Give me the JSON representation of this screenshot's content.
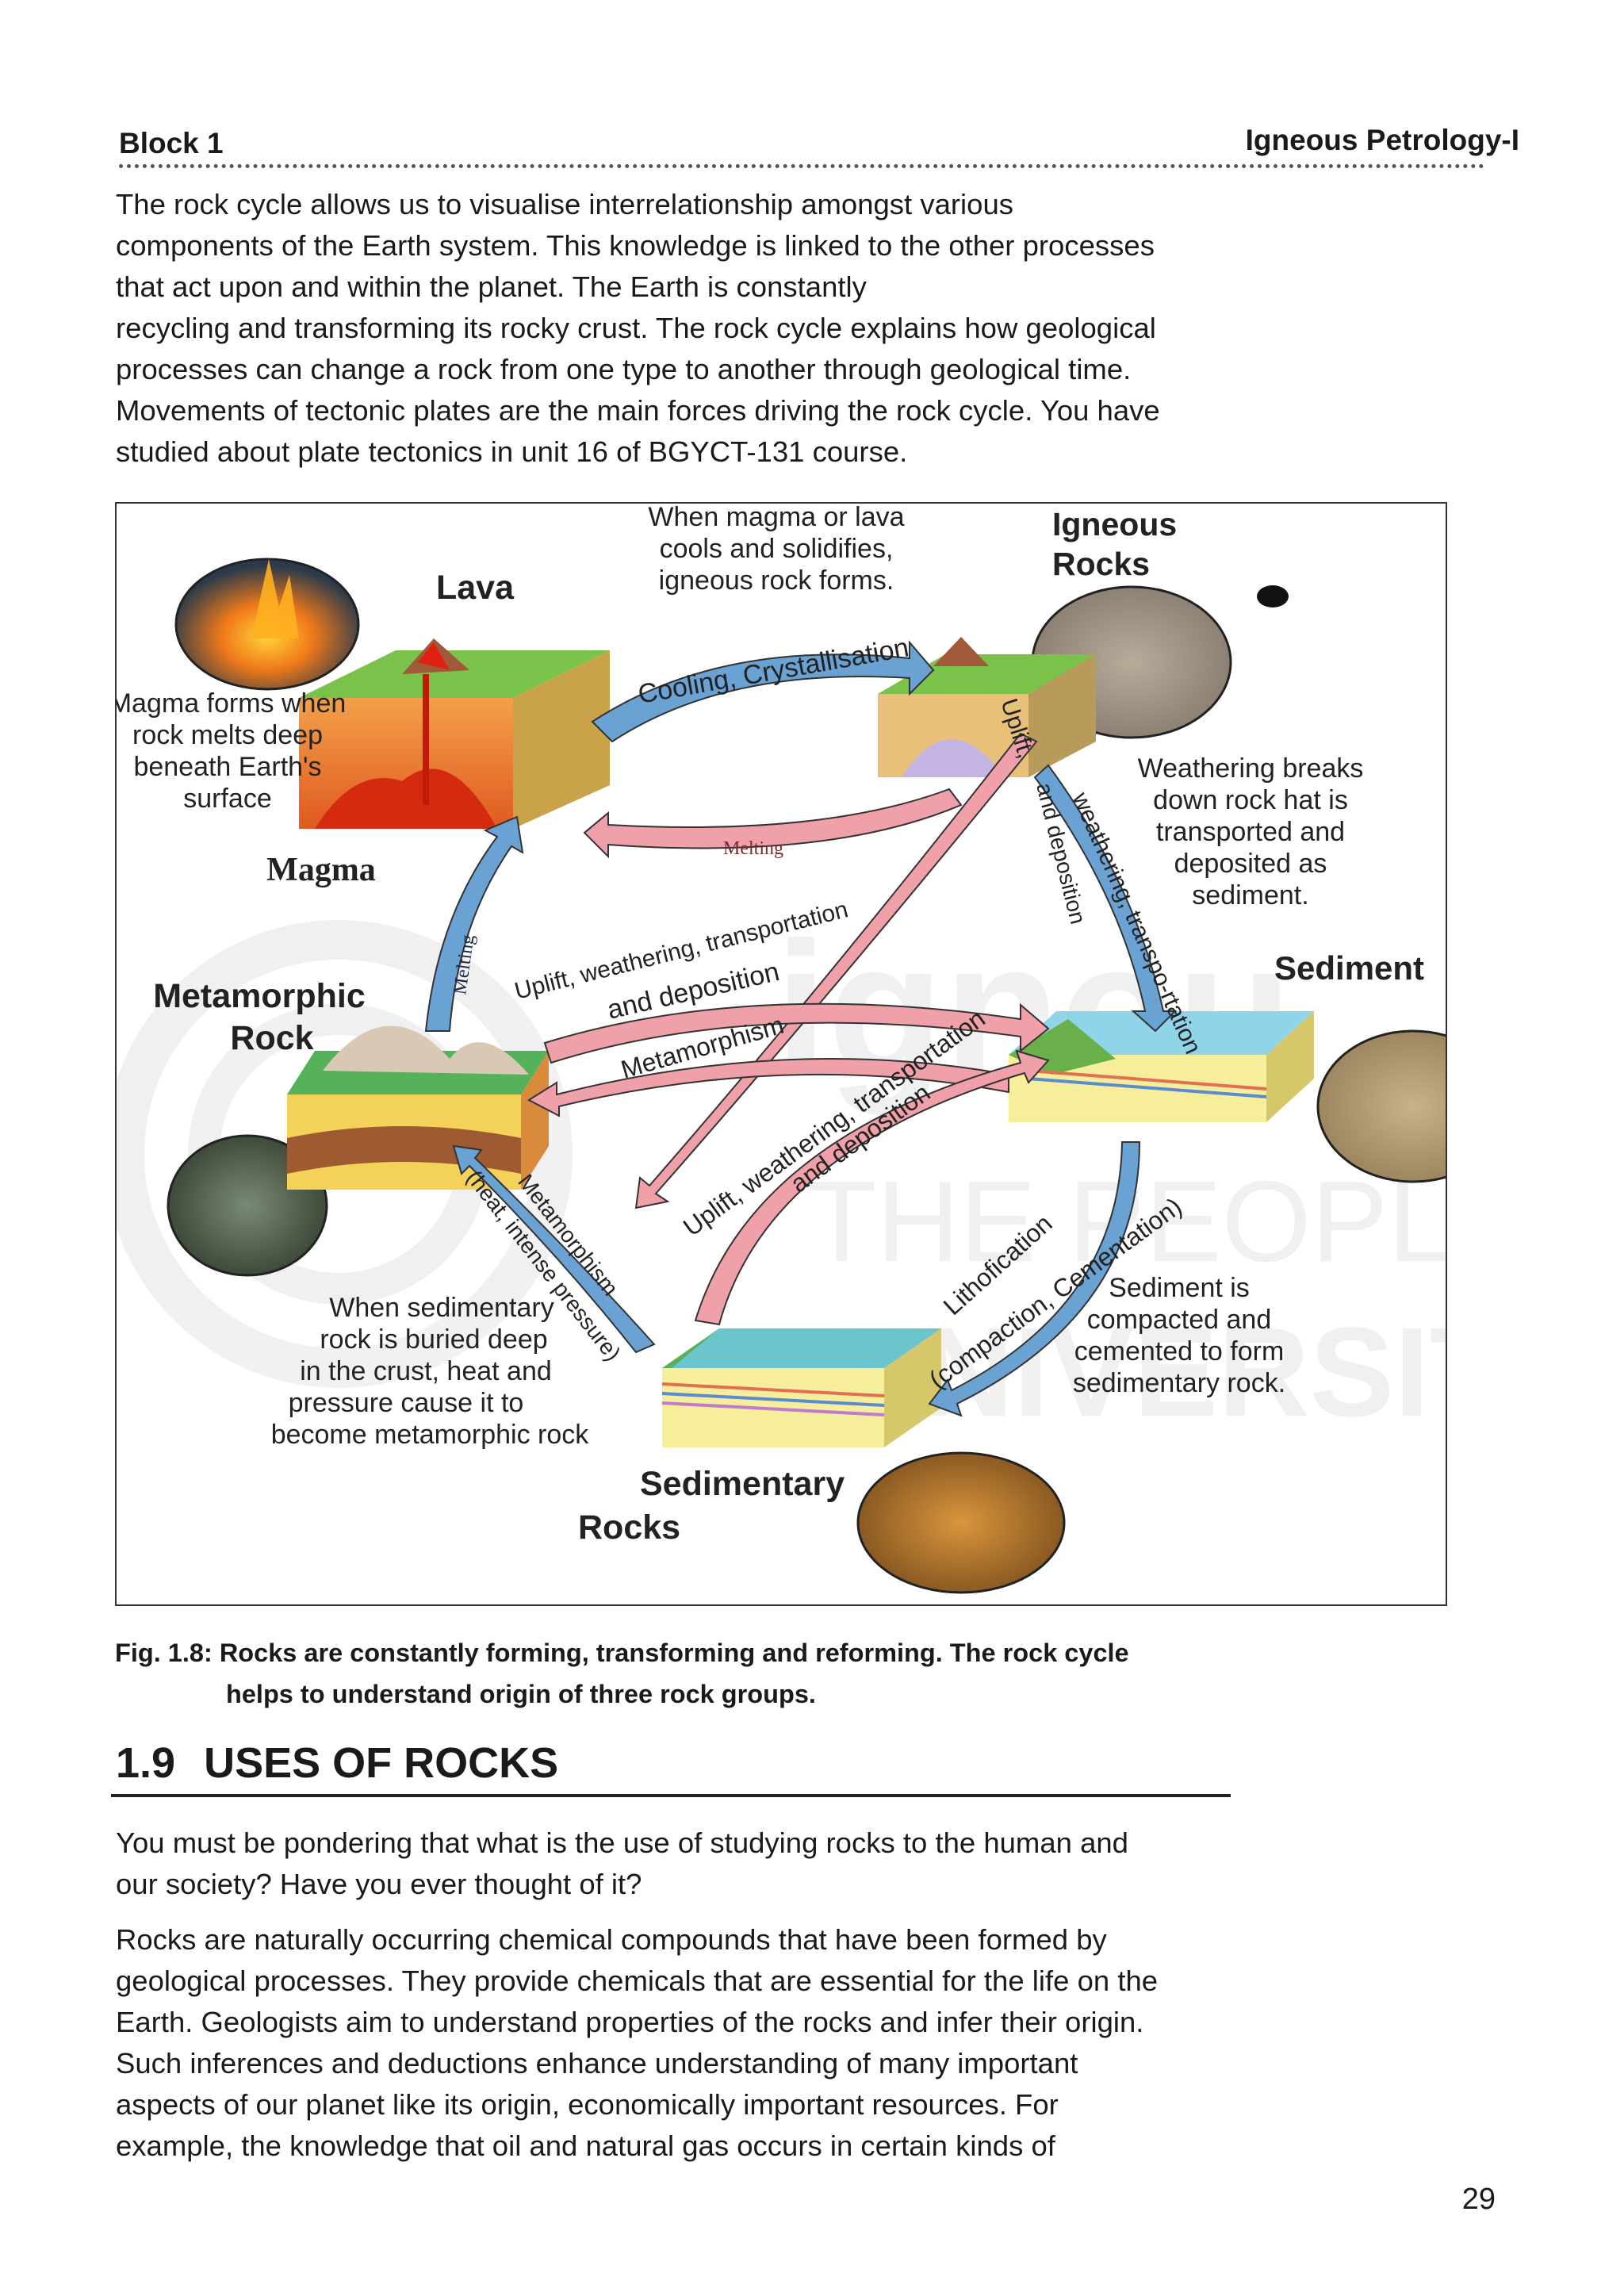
{
  "header": {
    "block": "Block 1",
    "course": "Igneous Petrology-I"
  },
  "intro_lines": [
    "The rock cycle allows us to visualise interrelationship amongst various",
    "components of the Earth system. This knowledge is linked to the other processes",
    "that act upon and within the planet. The Earth is constantly",
    "recycling and transforming its rocky crust. The rock cycle explains how geological",
    "processes can change a rock from one type to another through geological time.",
    "Movements of tectonic plates are the main forces driving the rock cycle. You have",
    "studied about plate tectonics in unit 16 of BGYCT-131 course."
  ],
  "figure": {
    "top_note": [
      "When magma or lava",
      "cools and solidifies,",
      "igneous rock forms."
    ],
    "lava": "Lava",
    "igneous": [
      "Igneous",
      "Rocks"
    ],
    "magma_note": [
      "Magma forms when",
      "rock melts deep",
      "beneath Earth's",
      "surface"
    ],
    "magma": "Magma",
    "cooling": "Cooling, Crystallisation",
    "melting_top": "Melting",
    "melting_left": "Melting",
    "weathering_note": [
      "Weathering breaks",
      "down rock hat is",
      "transported and",
      "deposited as",
      "sediment."
    ],
    "weathering_arrow": "weathering, transpo-rtation",
    "uplift_right": [
      "Uplift,",
      "and deposition"
    ],
    "sediment": "Sediment",
    "metamorphic": [
      "Metamorphic",
      "Rock"
    ],
    "uplift_upper": [
      "Uplift, weathering, transportation",
      "and deposition"
    ],
    "metamorphism_mid": "Metamorphism",
    "uplift_lower": [
      "Uplift, weathering, transportation",
      "and deposition"
    ],
    "meta_diag": [
      "Metamorphism",
      "(heat, intense pressure)"
    ],
    "lith": [
      "Lithofication",
      "(compaction, Cementation)"
    ],
    "buried_note": [
      "When sedimentary",
      "rock is buried deep",
      "in the crust, heat and",
      "pressure cause it to",
      "become metamorphic rock"
    ],
    "sediment_note": [
      "Sediment is",
      "compacted and",
      "cemented to form",
      "sedimentary rock."
    ],
    "sedimentary": [
      "Sedimentary",
      "Rocks"
    ],
    "watermark": [
      "ignou",
      "THE PEOPLE'S",
      "UNIVERSITY"
    ]
  },
  "caption": {
    "line1": "Fig. 1.8: Rocks are constantly forming, transforming and reforming. The rock cycle",
    "line2": "helps to understand origin of three rock groups."
  },
  "section": {
    "number": "1.9",
    "title": "USES OF ROCKS"
  },
  "para2_lines": [
    "You must be pondering that what is the use of studying rocks to the human and",
    "our society? Have you ever thought of it?"
  ],
  "para3_lines": [
    "Rocks are naturally occurring chemical compounds that have been formed by",
    "geological processes. They provide chemicals that are essential for the life on the",
    "Earth. Geologists aim to understand properties of the rocks and infer their origin.",
    "Such inferences and deductions enhance understanding of many important",
    "aspects of our planet like its origin, economically important resources. For",
    "example, the knowledge that oil and natural gas occurs in certain kinds of"
  ],
  "page_number": "29"
}
